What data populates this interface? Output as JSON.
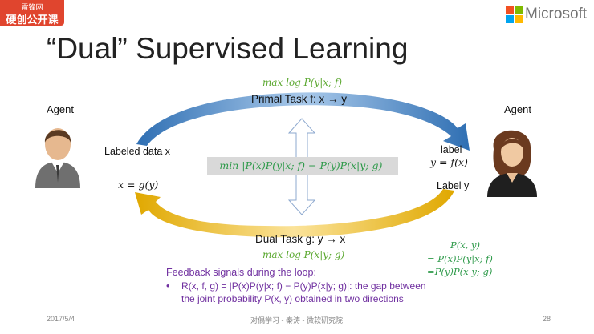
{
  "watermark": {
    "line1": "雷锋网",
    "line2": "硬创公开课"
  },
  "brand": {
    "name": "Microsoft",
    "colors": [
      "#f25022",
      "#7fba00",
      "#00a4ef",
      "#ffb900"
    ]
  },
  "slide": {
    "title": "“Dual” Supervised Learning",
    "primal_objective": "max log P(y|x; f)",
    "primal_task": "Primal Task  f: x → y",
    "dual_task": "Dual Task  g: y → x",
    "dual_objective": "max log P(x|y; g)",
    "agent_left": "Agent",
    "agent_right": "Agent",
    "labeled_data": "Labeled data x",
    "x_eq": "x = g(y)",
    "label": "label",
    "y_eq": "y = f(x)",
    "label_y": "Label y",
    "center_formula": "min |P(x)P(y|x; f) − P(y)P(x|y; g)|",
    "joint_lines": [
      "P(x, y)",
      "= P(x)P(y|x; f)",
      "=P(y)P(x|y; g)"
    ],
    "feedback_title": "Feedback signals during the loop:",
    "feedback_bullet_1": "R(x, f, g) = |P(x)P(y|x; f) − P(y)P(x|y; g)|: the gap between",
    "feedback_bullet_2": "the joint probability P(x, y) obtained in two directions",
    "footer_date": "2017/5/4",
    "footer_center": "对偶学习 - 秦涛 - 微软研究院",
    "footer_page": "28"
  },
  "colors": {
    "arrow_top": "#3e7fc1",
    "arrow_bottom": "#e8b00a",
    "formula_green": "#5ba830",
    "feedback_purple": "#7030a0"
  }
}
